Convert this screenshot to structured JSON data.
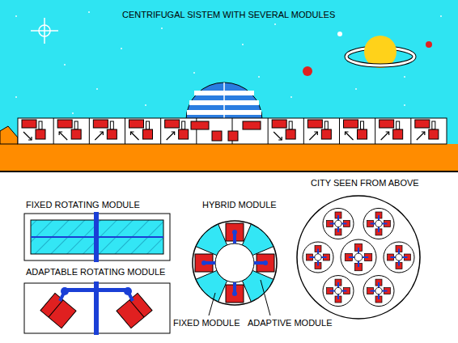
{
  "diagram": {
    "title": "CENTRIFUGAL SISTEM WITH SEVERAL MODULES",
    "labels": [
      "FIXED ROTATING MODULE",
      "ADAPTABLE ROTATING MODULE",
      "HYBRID MODULE",
      "CITY SEEN FROM ABOVE",
      "FIXED MODULE",
      "ADAPTIVE MODULE"
    ]
  }
}
